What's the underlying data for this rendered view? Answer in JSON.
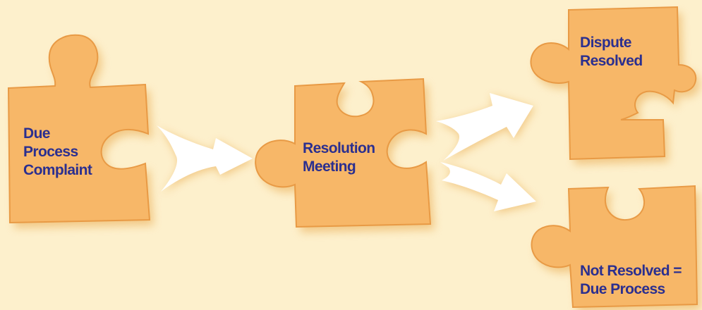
{
  "diagram": {
    "colors": {
      "background": "#fdf0cc",
      "piece_fill": "#f7b768",
      "piece_stroke": "#e89a45",
      "shadow": "#f0c27a",
      "arrow_fill": "#ffffff",
      "text": "#2b2f8f"
    },
    "pieces": [
      {
        "id": "due-process-complaint",
        "lines": [
          "Due",
          "Process",
          "Complaint"
        ]
      },
      {
        "id": "resolution-meeting",
        "lines": [
          "Resolution",
          "Meeting"
        ]
      },
      {
        "id": "dispute-resolved",
        "lines": [
          "Dispute",
          "Resolved"
        ]
      },
      {
        "id": "not-resolved",
        "lines": [
          "Not Resolved =",
          "Due Process"
        ]
      }
    ],
    "arrows": [
      {
        "from": "due-process-complaint",
        "to": "resolution-meeting"
      },
      {
        "from": "resolution-meeting",
        "to": "dispute-resolved"
      },
      {
        "from": "resolution-meeting",
        "to": "not-resolved"
      }
    ]
  }
}
